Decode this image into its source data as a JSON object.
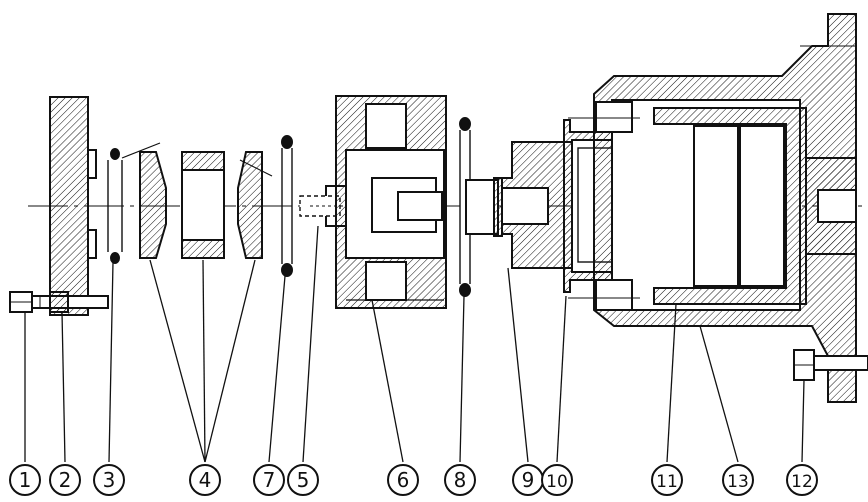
{
  "figure": {
    "callouts": [
      {
        "id": "c1",
        "label": "1"
      },
      {
        "id": "c2",
        "label": "2"
      },
      {
        "id": "c3",
        "label": "3"
      },
      {
        "id": "c4",
        "label": "4"
      },
      {
        "id": "c7",
        "label": "7"
      },
      {
        "id": "c5",
        "label": "5"
      },
      {
        "id": "c6",
        "label": "6"
      },
      {
        "id": "c8",
        "label": "8"
      },
      {
        "id": "c9",
        "label": "9"
      },
      {
        "id": "c10",
        "label": "10"
      },
      {
        "id": "c11",
        "label": "11"
      },
      {
        "id": "c13",
        "label": "13"
      },
      {
        "id": "c12",
        "label": "12"
      }
    ],
    "colors": {
      "line": "#111111",
      "hatch": "#111111",
      "background": "#ffffff"
    }
  }
}
